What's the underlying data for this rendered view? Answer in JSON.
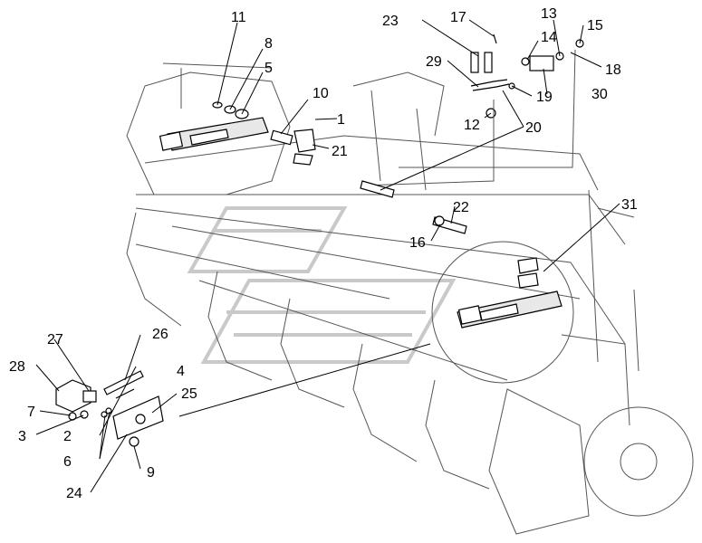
{
  "diagram": {
    "callouts": [
      "1",
      "2",
      "3",
      "4",
      "5",
      "6",
      "7",
      "8",
      "9",
      "10",
      "11",
      "12",
      "13",
      "14",
      "15",
      "16",
      "17",
      "18",
      "19",
      "20",
      "21",
      "22",
      "23",
      "24",
      "25",
      "26",
      "27",
      "28",
      "29",
      "30",
      "31"
    ]
  }
}
